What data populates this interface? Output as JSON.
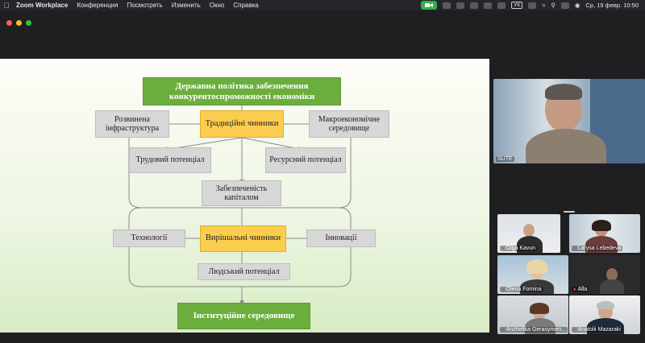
{
  "menubar": {
    "app_name": "Zoom Workplace",
    "items": [
      "Конференция",
      "Посмотреть",
      "Изменить",
      "Окно",
      "Справка"
    ],
    "keyboard": "УК",
    "clock": "Ср, 19 февр.  10:50"
  },
  "slide": {
    "title": "Державна політика забезпечення конкурентоспроможності економіки",
    "traditional": "Традиційні чинники",
    "infrastructure": "Розвинена інфраструктура",
    "macro": "Макроекономічне середовище",
    "labor": "Трудовий потенціал",
    "resource": "Ресурсний потенціал",
    "capital": "Забезпеченість капіталом",
    "decisive": "Вирішальні чинники",
    "technology": "Технології",
    "innovation": "Інновації",
    "human": "Людський потенціал",
    "institutional": "Інституційне середовище"
  },
  "participants": {
    "main": "SUTE",
    "tiles": [
      "Olga Kavun",
      "Larysa Lebedeva",
      "Olena Fomina",
      "Alla",
      "Anzhelika Gerasymen...",
      "Anatolii Mazaraki"
    ]
  },
  "colors": {
    "gray_box": "#d7d7d7",
    "yellow_box": "#fbcd4e",
    "green_box": "#6cae3e",
    "camera_on": "#2fb24c"
  }
}
